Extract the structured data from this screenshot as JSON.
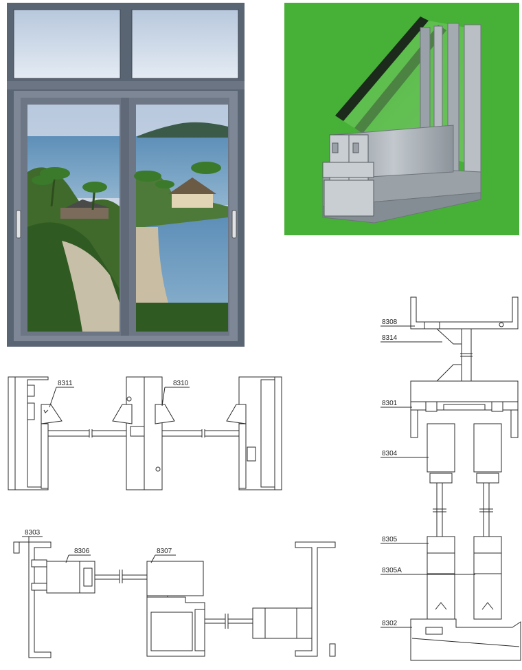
{
  "colors": {
    "frame": "#5a6574",
    "frame_light": "#8d97a4",
    "sky": "#c9d6e6",
    "sea": "#6f9bbf",
    "green_bg": "#47b037",
    "profile_metal": "#a3aab0",
    "line": "#2a2a2a"
  },
  "icons": [
    "window-photo",
    "profile-3d-section",
    "handle-icon"
  ],
  "labels": {
    "p8311": "8311",
    "p8310": "8310",
    "p8303": "8303",
    "p8306": "8306",
    "p8307": "8307",
    "p8308": "8308",
    "p8314": "8314",
    "p8301": "8301",
    "p8304": "8304",
    "p8305": "8305",
    "p8305a": "8305A",
    "p8302": "8302"
  }
}
